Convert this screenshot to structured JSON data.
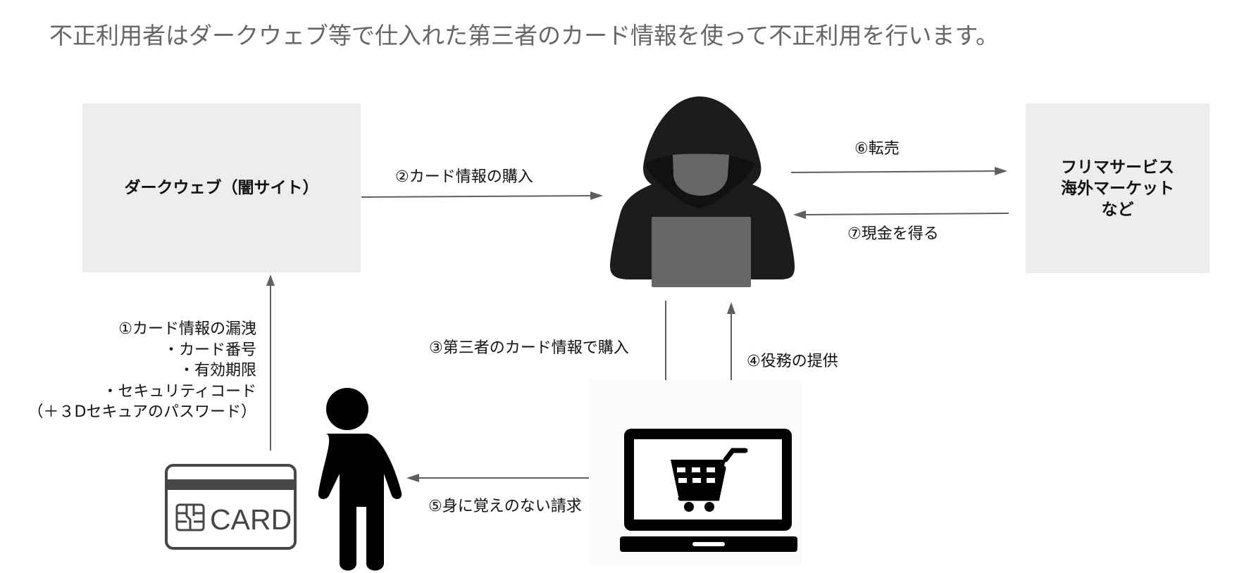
{
  "title": "不正利用者はダークウェブ等で仕入れた第三者のカード情報を使って不正利用を行います。",
  "nodes": {
    "dark_web": {
      "label": "ダークウェブ（闇サイト）"
    },
    "fraudster": {
      "icon": "hooded-hacker-icon"
    },
    "market": {
      "lines": [
        "フリマサービス",
        "海外マーケット",
        "など"
      ]
    },
    "cardholder": {
      "icon": "person-icon",
      "card_text": "CARD"
    },
    "ec_site": {
      "icon": "laptop-shopping-cart-icon"
    }
  },
  "steps": {
    "s1": {
      "lines": [
        "①カード情報の漏洩",
        "・カード番号",
        "・有効期限",
        "・セキュリティコード",
        "（＋３Dセキュアのパスワード）"
      ]
    },
    "s2": {
      "label": "②カード情報の購入"
    },
    "s3": {
      "label": "③第三者のカード情報で購入"
    },
    "s4": {
      "label": "④役務の提供"
    },
    "s5": {
      "label": "⑤身に覚えのない請求"
    },
    "s6": {
      "label": "⑥転売"
    },
    "s7": {
      "label": "⑦現金を得る"
    }
  },
  "colors": {
    "box_bg": "#ededed",
    "arrow": "#5f5f5f",
    "title": "#666666",
    "hood": "#1c1c1c",
    "hacker_face": "#666666"
  }
}
